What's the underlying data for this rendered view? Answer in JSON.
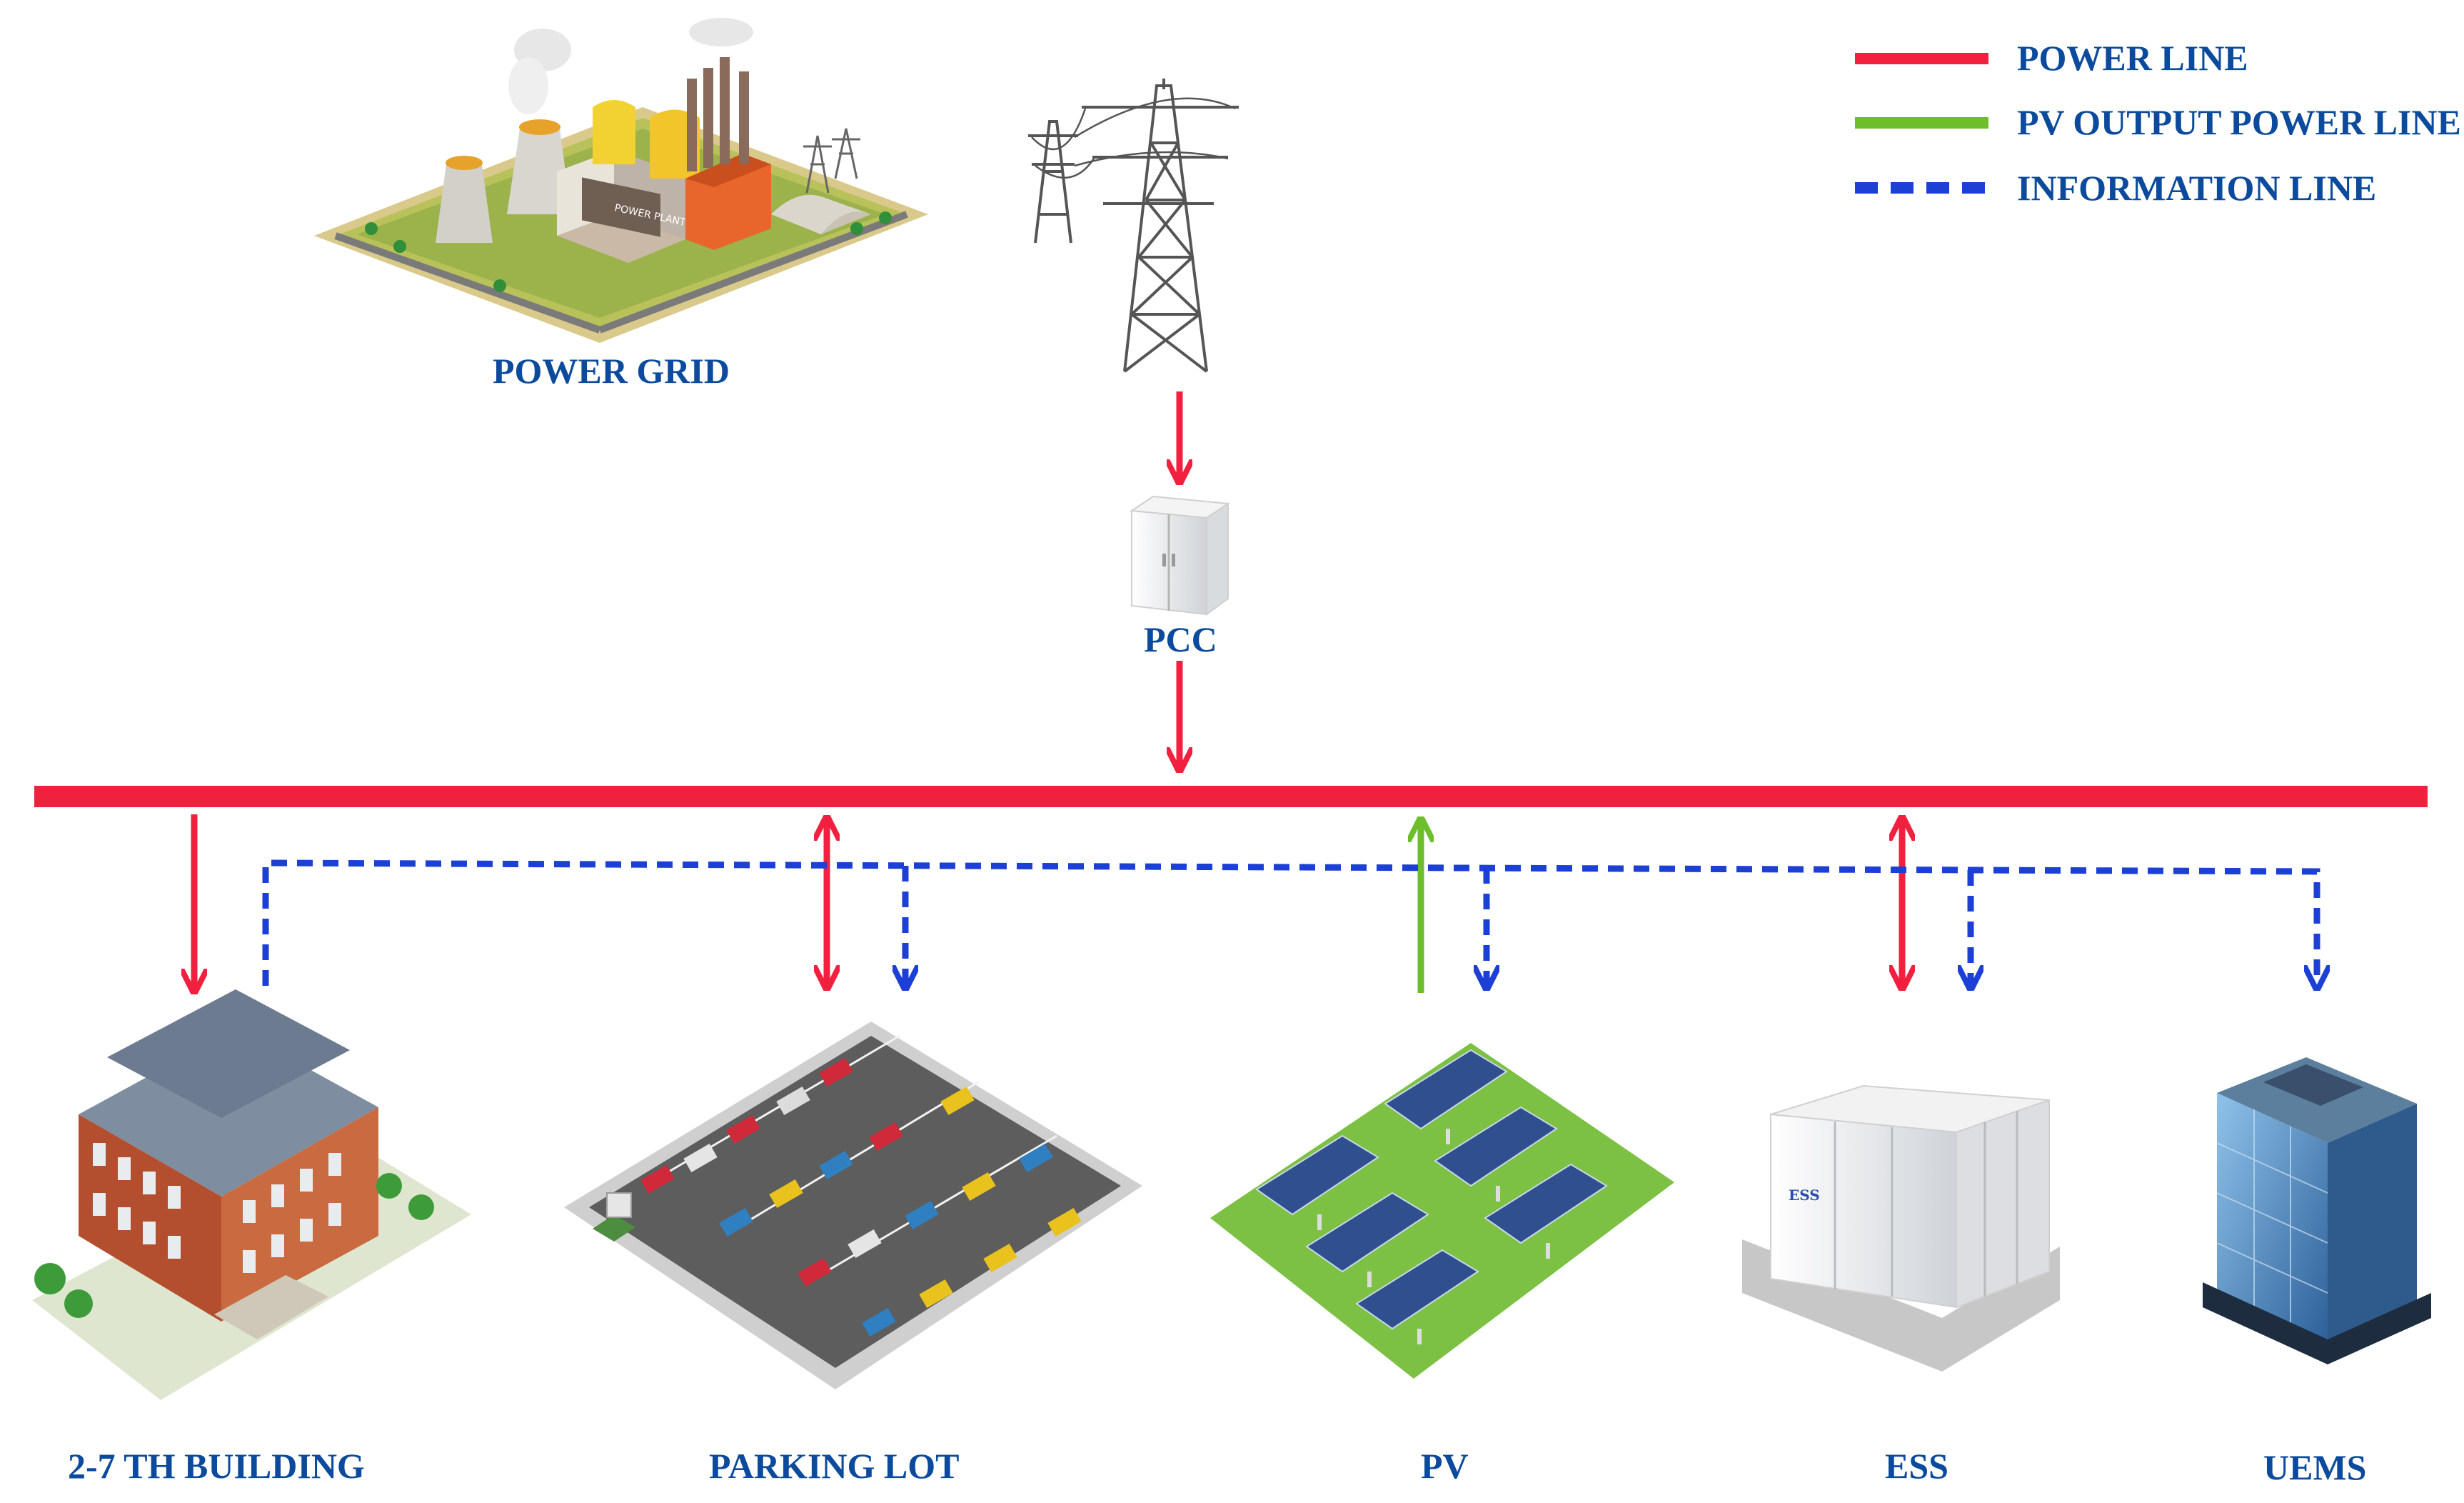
{
  "legend": {
    "power_line": "POWER LINE",
    "pv_output_line": "PV OUTPUT POWER LINE",
    "information_line": "INFORMATION LINE"
  },
  "nodes": {
    "power_grid": "POWER GRID",
    "pcc": "PCC",
    "building": "2-7 TH BUILDING",
    "parking_lot": "PARKING  LOT",
    "pv": "PV",
    "ess": "ESS",
    "uems": "UEMS"
  },
  "image_text": {
    "plant_sign": "POWER PLANT",
    "ess_tag": "ESS"
  },
  "colors": {
    "power_line": "#f0203e",
    "pv_output_line": "#6cbe2a",
    "information_line": "#1c3fd6",
    "label_text": "#0b4a9c"
  }
}
